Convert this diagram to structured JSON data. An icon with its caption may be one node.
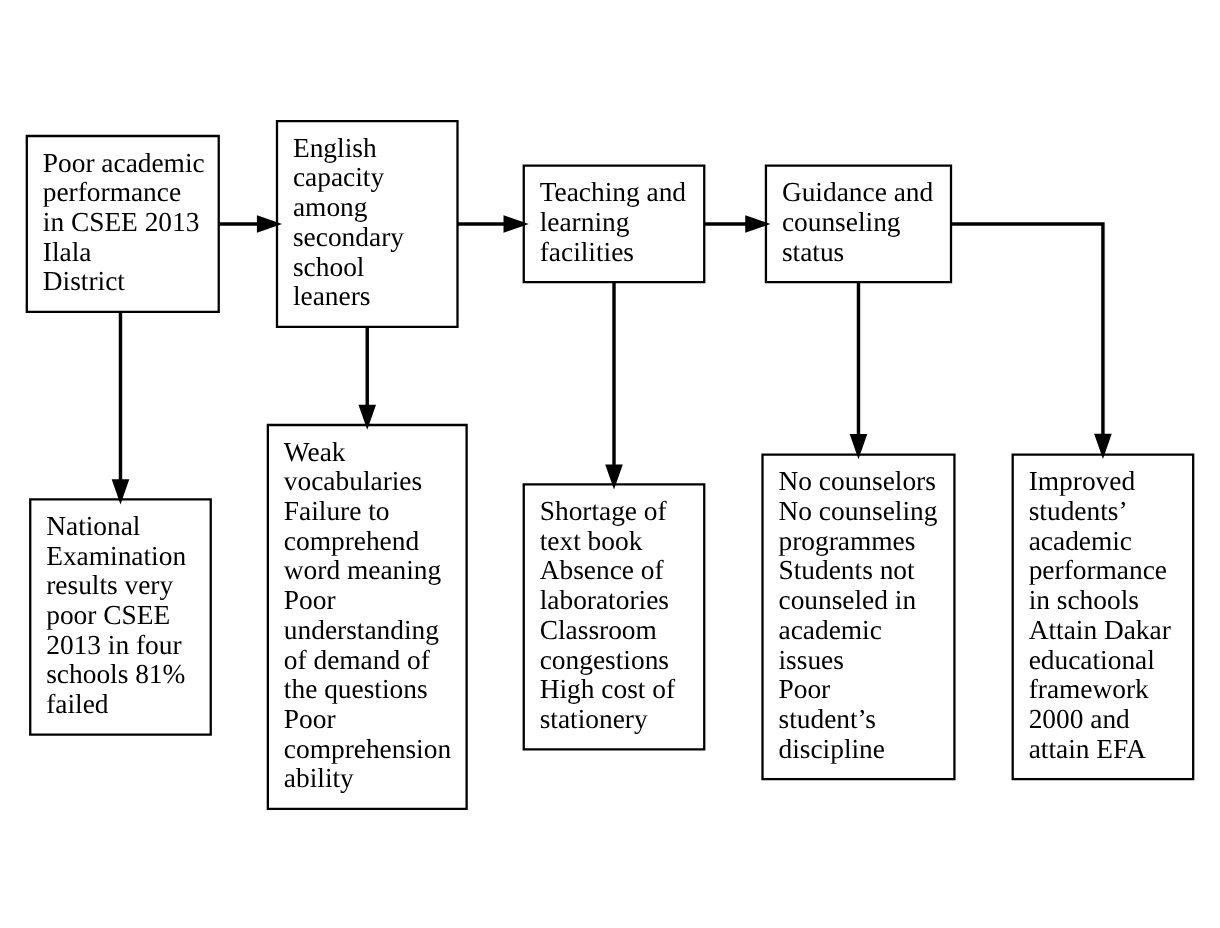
{
  "diagram": {
    "nodes": [
      {
        "text": [
          "Poor academic performance in CSEE 2013 Ilala District"
        ]
      },
      {
        "text": [
          "English capacity among secondary school leaners"
        ]
      },
      {
        "text": [
          "Teaching and learning facilities"
        ]
      },
      {
        "text": [
          "Guidance and counseling status"
        ]
      },
      {
        "text": [
          "National Examination results very poor CSEE 2013 in four schools 81% failed"
        ]
      },
      {
        "text": [
          "Weak vocabularies",
          "Failure to comprehend word meaning",
          "Poor understanding of demand of the questions",
          "Poor comprehension ability"
        ]
      },
      {
        "text": [
          "Shortage of text book",
          "Absence of laboratories",
          "Classroom congestions",
          "High cost of stationery"
        ]
      },
      {
        "text": [
          "No counselors",
          "No counseling programmes",
          "Students not counseled in academic issues",
          "Poor student’s discipline"
        ]
      },
      {
        "text": [
          "Improved students’ academic performance in schools",
          "Attain Dakar educational framework 2000 and attain EFA"
        ]
      }
    ],
    "edges": [
      {
        "from": 0,
        "to": 1,
        "arrow": "to"
      },
      {
        "from": 1,
        "to": 2,
        "arrow": "to"
      },
      {
        "from": 2,
        "to": 3,
        "arrow": "to"
      },
      {
        "from": 0,
        "to": 4,
        "arrow": "to"
      },
      {
        "from": 1,
        "to": 5,
        "arrow": "to"
      },
      {
        "from": 2,
        "to": 6,
        "arrow": "to"
      },
      {
        "from": 3,
        "to": 7,
        "arrow": "to"
      },
      {
        "from": 3,
        "to": 8,
        "arrow": "to"
      }
    ]
  }
}
